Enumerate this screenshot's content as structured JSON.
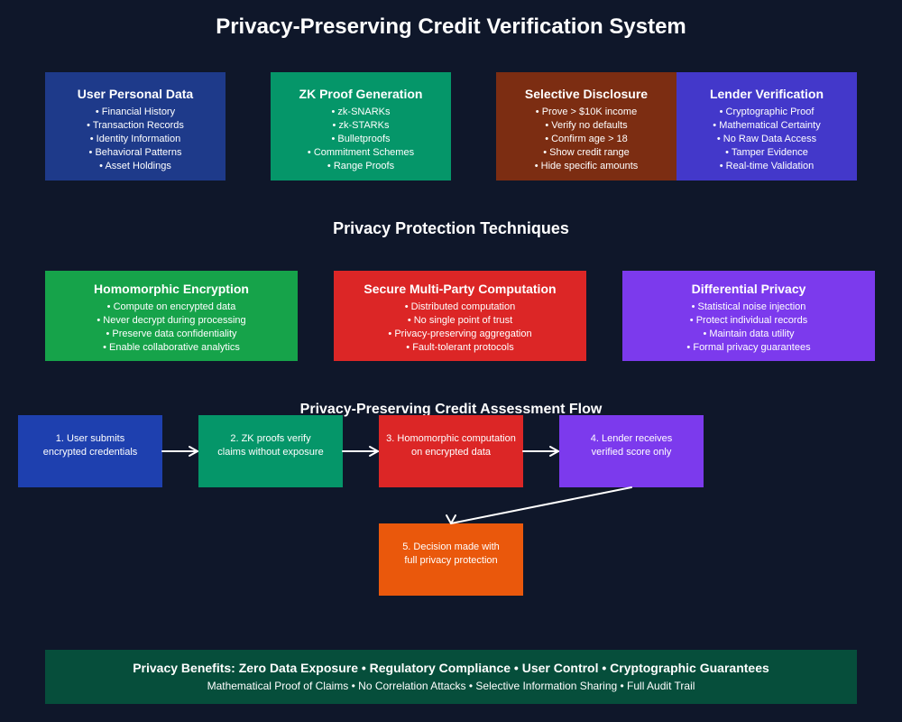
{
  "title": "Privacy-Preserving Credit Verification System",
  "top_cards": [
    {
      "title": "User Personal Data",
      "color": "#1e3a8a",
      "items": [
        "Financial History",
        "Transaction Records",
        "Identity Information",
        "Behavioral Patterns",
        "Asset Holdings"
      ]
    },
    {
      "title": "ZK Proof Generation",
      "color": "#059669",
      "items": [
        "zk-SNARKs",
        "zk-STARKs",
        "Bulletproofs",
        "Commitment Schemes",
        "Range Proofs"
      ]
    },
    {
      "title": "Selective Disclosure",
      "color": "#7c2d12",
      "items": [
        "Prove > $10K income",
        "Verify no defaults",
        "Confirm age > 18",
        "Show credit range",
        "Hide specific amounts"
      ]
    },
    {
      "title": "Lender Verification",
      "color": "#4338ca",
      "items": [
        "Cryptographic Proof",
        "Mathematical Certainty",
        "No Raw Data Access",
        "Tamper Evidence",
        "Real-time Validation"
      ]
    }
  ],
  "techniques": {
    "heading": "Privacy Protection Techniques",
    "cards": [
      {
        "title": "Homomorphic Encryption",
        "color": "#16a34a",
        "items": [
          "Compute on encrypted data",
          "Never decrypt during processing",
          "Preserve data confidentiality",
          "Enable collaborative analytics"
        ]
      },
      {
        "title": "Secure Multi-Party Computation",
        "color": "#dc2626",
        "items": [
          "Distributed computation",
          "No single point of trust",
          "Privacy-preserving aggregation",
          "Fault-tolerant protocols"
        ]
      },
      {
        "title": "Differential Privacy",
        "color": "#7c3aed",
        "items": [
          "Statistical noise injection",
          "Protect individual records",
          "Maintain data utility",
          "Formal privacy guarantees"
        ]
      }
    ]
  },
  "flow": {
    "heading": "Privacy-Preserving Credit Assessment Flow",
    "steps": [
      {
        "line1": "1. User submits",
        "line2": "encrypted credentials",
        "color": "#1e40af"
      },
      {
        "line1": "2. ZK proofs verify",
        "line2": "claims without exposure",
        "color": "#059669"
      },
      {
        "line1": "3. Homomorphic computation",
        "line2": "on encrypted data",
        "color": "#dc2626"
      },
      {
        "line1": "4. Lender receives",
        "line2": "verified score only",
        "color": "#7c3aed"
      },
      {
        "line1": "5. Decision made with",
        "line2": "full privacy protection",
        "color": "#ea580c"
      }
    ]
  },
  "benefits": {
    "main": "Privacy Benefits: Zero Data Exposure • Regulatory Compliance • User Control • Cryptographic Guarantees",
    "sub": "Mathematical Proof of Claims • No Correlation Attacks • Selective Information Sharing • Full Audit Trail"
  }
}
